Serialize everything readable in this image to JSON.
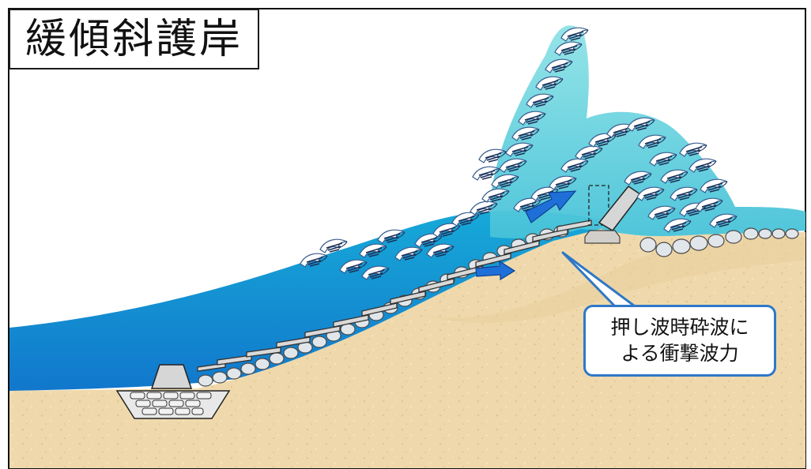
{
  "title": "緩傾斜護岸",
  "callout": {
    "line1": "押し波時砕波に",
    "line2": "よる衝撃波力"
  },
  "colors": {
    "sky": "#ffffff",
    "sea_light": "#7fd6df",
    "sea_dark": "#1a8fd6",
    "sand": "#efd9ac",
    "arrow": "#1f6fd8",
    "callout_border": "#2e78c7",
    "armor_block": "#d9d9d9"
  },
  "icons": [
    "breaking-wave-icon",
    "wave-force-arrow-icon",
    "armor-block-icon",
    "crown-wall-icon",
    "toe-foundation-icon"
  ]
}
